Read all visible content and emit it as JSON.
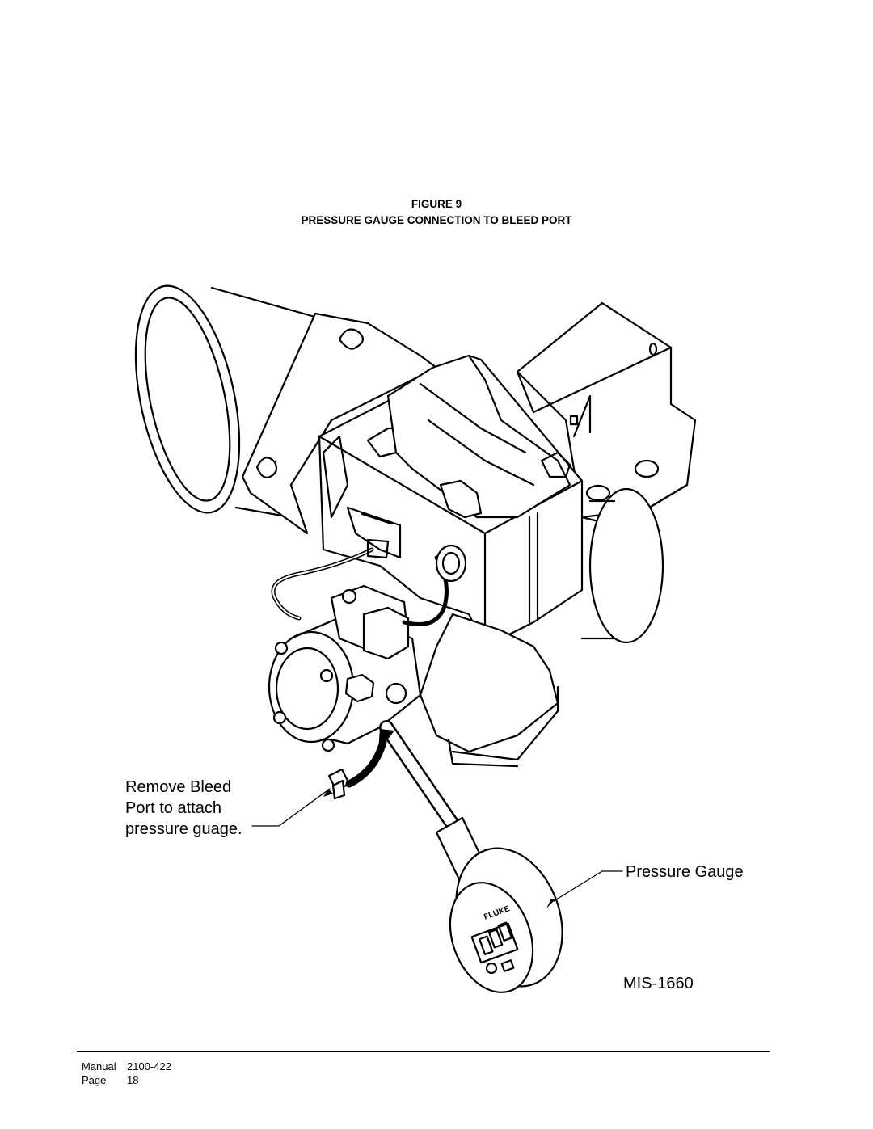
{
  "figure": {
    "number_label": "FIGURE  9",
    "title": "PRESSURE GAUGE CONNECTION TO BLEED PORT"
  },
  "callouts": {
    "bleed_port": [
      "Remove Bleed",
      "Port to attach",
      "pressure guage."
    ],
    "gauge": "Pressure Gauge"
  },
  "drawing_id": "MIS-1660",
  "gauge_face_text": "FLUKE",
  "footer": {
    "manual_label": "Manual",
    "manual_value": "2100-422",
    "page_label": "Page",
    "page_value": "18"
  }
}
